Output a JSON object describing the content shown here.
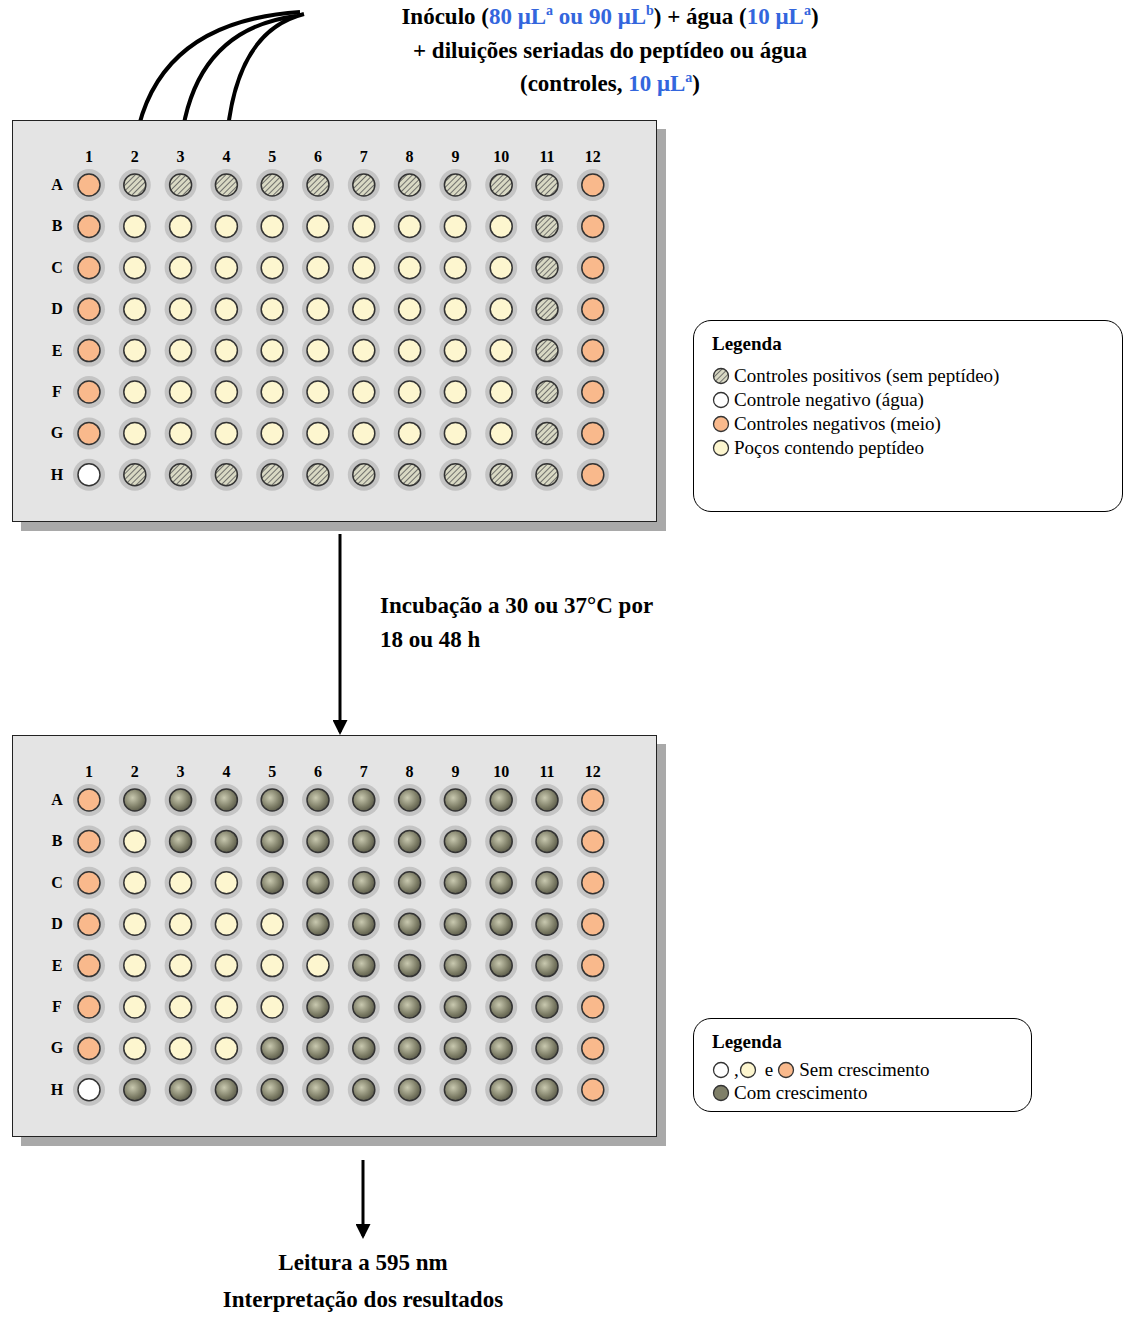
{
  "diagram": {
    "nodes": [
      {
        "text": [
          "1",
          "2",
          "3",
          "4",
          "5",
          "6",
          "7",
          "8",
          "9",
          "10",
          "11",
          "12",
          "A",
          "B",
          "C",
          "D",
          "E",
          "F",
          "G",
          "H"
        ]
      },
      {
        "text": [
          "1",
          "2",
          "3",
          "4",
          "5",
          "6",
          "7",
          "8",
          "9",
          "10",
          "11",
          "12",
          "A",
          "B",
          "C",
          "D",
          "E",
          "F",
          "G",
          "H"
        ]
      }
    ],
    "edges": [
      {
        "from": 0,
        "to": 1,
        "arrow": "to",
        "label": "Incubação a 30 ou 37°C por 18 ou 48 h"
      }
    ],
    "labels": [
      "Inóculo (",
      "80 μL",
      "a",
      " ou 90 μL",
      "b",
      ") + água (",
      "10 μL",
      "a",
      ")",
      "+ diluições seriadas do peptídeo ou água",
      "(controles, ",
      "10 μL",
      "a",
      ")",
      "Leitura a 595 nm",
      "Interpretação dos resultados",
      "Legenda",
      "Legenda",
      ",",
      "e"
    ],
    "legend": [
      {
        "text": "Controles positivos (sem peptídeo)"
      },
      {
        "text": "Controle negativo (água)",
        "color": "#ffffff"
      },
      {
        "text": "Controles negativos (meio)",
        "color": "#f9b98c"
      },
      {
        "text": "Poços contendo peptídeo",
        "color": "#fdf6cf"
      },
      {
        "text": "Sem crescimento"
      },
      {
        "text": "Com crescimento",
        "color": "#7f7f68"
      }
    ]
  }
}
